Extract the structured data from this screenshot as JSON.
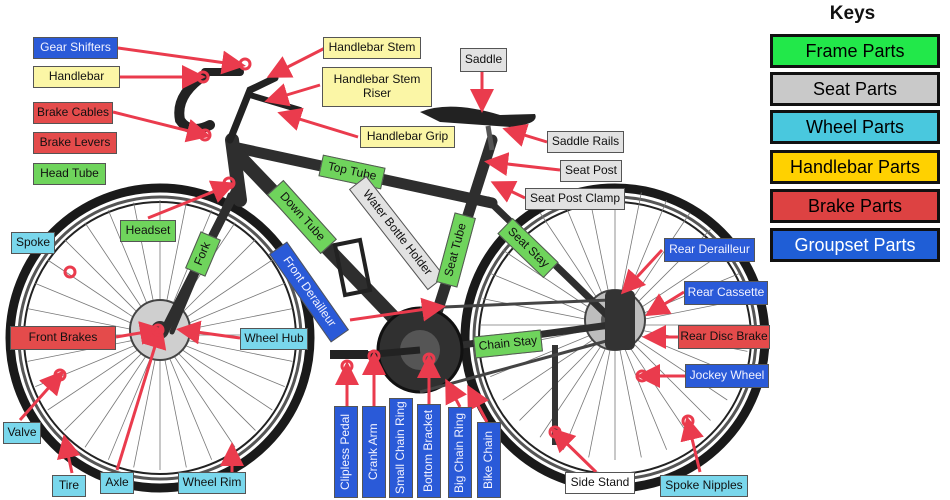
{
  "keys": {
    "title": "Keys",
    "items": [
      {
        "label": "Frame Parts",
        "color": "#22e84a"
      },
      {
        "label": "Seat Parts",
        "color": "#c9c9c9"
      },
      {
        "label": "Wheel Parts",
        "color": "#49c8de"
      },
      {
        "label": "Handlebar Parts",
        "color": "#ffd100"
      },
      {
        "label": "Brake Parts",
        "color": "#dd4242"
      },
      {
        "label": "Groupset Parts",
        "color": "#1f5ed6"
      }
    ]
  },
  "labels": {
    "gear_shifters": "Gear Shifters",
    "handlebar": "Handlebar",
    "brake_cables": "Brake Cables",
    "brake_levers": "Brake Levers",
    "head_tube": "Head Tube",
    "handlebar_stem": "Handlebar Stem",
    "handlebar_stem_riser": "Handlebar Stem Riser",
    "handlebar_grip": "Handlebar Grip",
    "saddle": "Saddle",
    "saddle_rails": "Saddle Rails",
    "seat_post": "Seat Post",
    "seat_post_clamp": "Seat Post Clamp",
    "top_tube": "Top Tube",
    "down_tube": "Down Tube",
    "water_bottle_holder": "Water Bottle Holder",
    "seat_tube": "Seat Tube",
    "seat_stay": "Seat Stay",
    "headset": "Headset",
    "fork": "Fork",
    "spoke": "Spoke",
    "front_derailleur": "Front Derailleur",
    "rear_derailleur": "Rear Derailleur",
    "rear_cassette": "Rear Cassette",
    "rear_disc_brake": "Rear Disc Brake",
    "jockey_wheel": "Jockey Wheel",
    "front_brakes": "Front Brakes",
    "wheel_hub": "Wheel Hub",
    "chain_stay": "Chain Stay",
    "valve": "Valve",
    "tire": "Tire",
    "axle": "Axle",
    "wheel_rim": "Wheel Rim",
    "clipless_pedal": "Clipless Pedal",
    "crank_arm": "Crank Arm",
    "small_chain_ring": "Small Chain Ring",
    "bottom_bracket": "Bottom Bracket",
    "big_chain_ring": "Big Chain Ring",
    "bike_chain": "Bike Chain",
    "side_stand": "Side Stand",
    "spoke_nipples": "Spoke Nipples"
  }
}
